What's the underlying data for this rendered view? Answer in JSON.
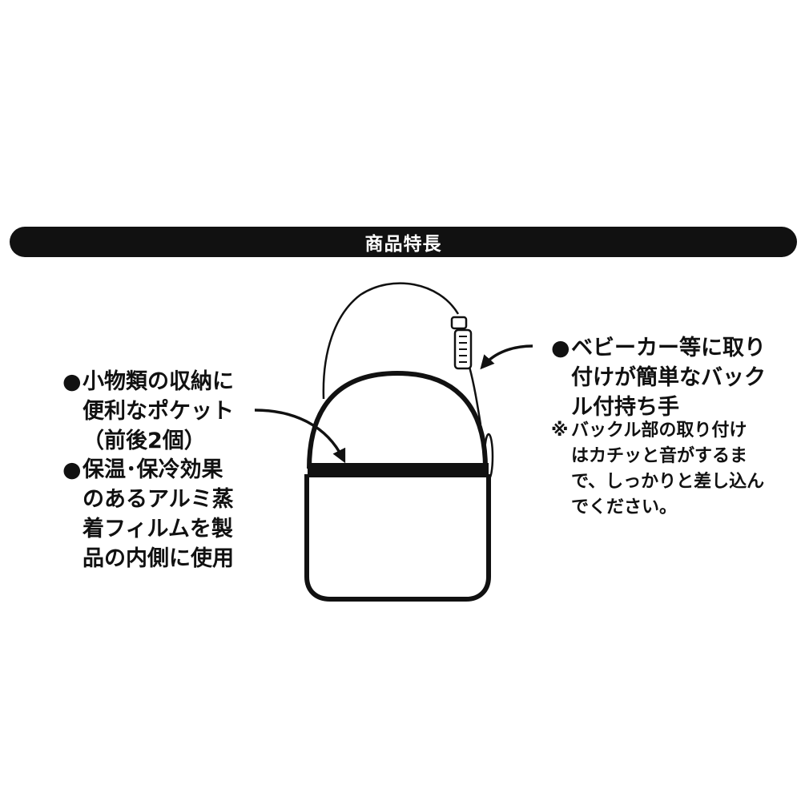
{
  "header": {
    "title": "商品特長"
  },
  "features": {
    "bullet": "●",
    "pocket": {
      "lines": [
        "小物類の収納に",
        "便利なポケット",
        "（前後2個）"
      ]
    },
    "insulation": {
      "lines": [
        "保温･保冷効果",
        "のあるアルミ蒸",
        "着フィルムを製",
        "品の内側に使用"
      ]
    },
    "buckle": {
      "lines": [
        "ベビーカー等に取り",
        "付けが簡単なバック",
        "ル付持ち手"
      ]
    }
  },
  "note": {
    "mark": "※",
    "lines": [
      "バックル部の取り付け",
      "はカチッと音がするま",
      "で、しっかりと差し込ん",
      "でください。"
    ]
  },
  "illustration": {
    "subject": "insulated bag with strap and buckle",
    "line_color": "#111111",
    "background": "#ffffff"
  }
}
